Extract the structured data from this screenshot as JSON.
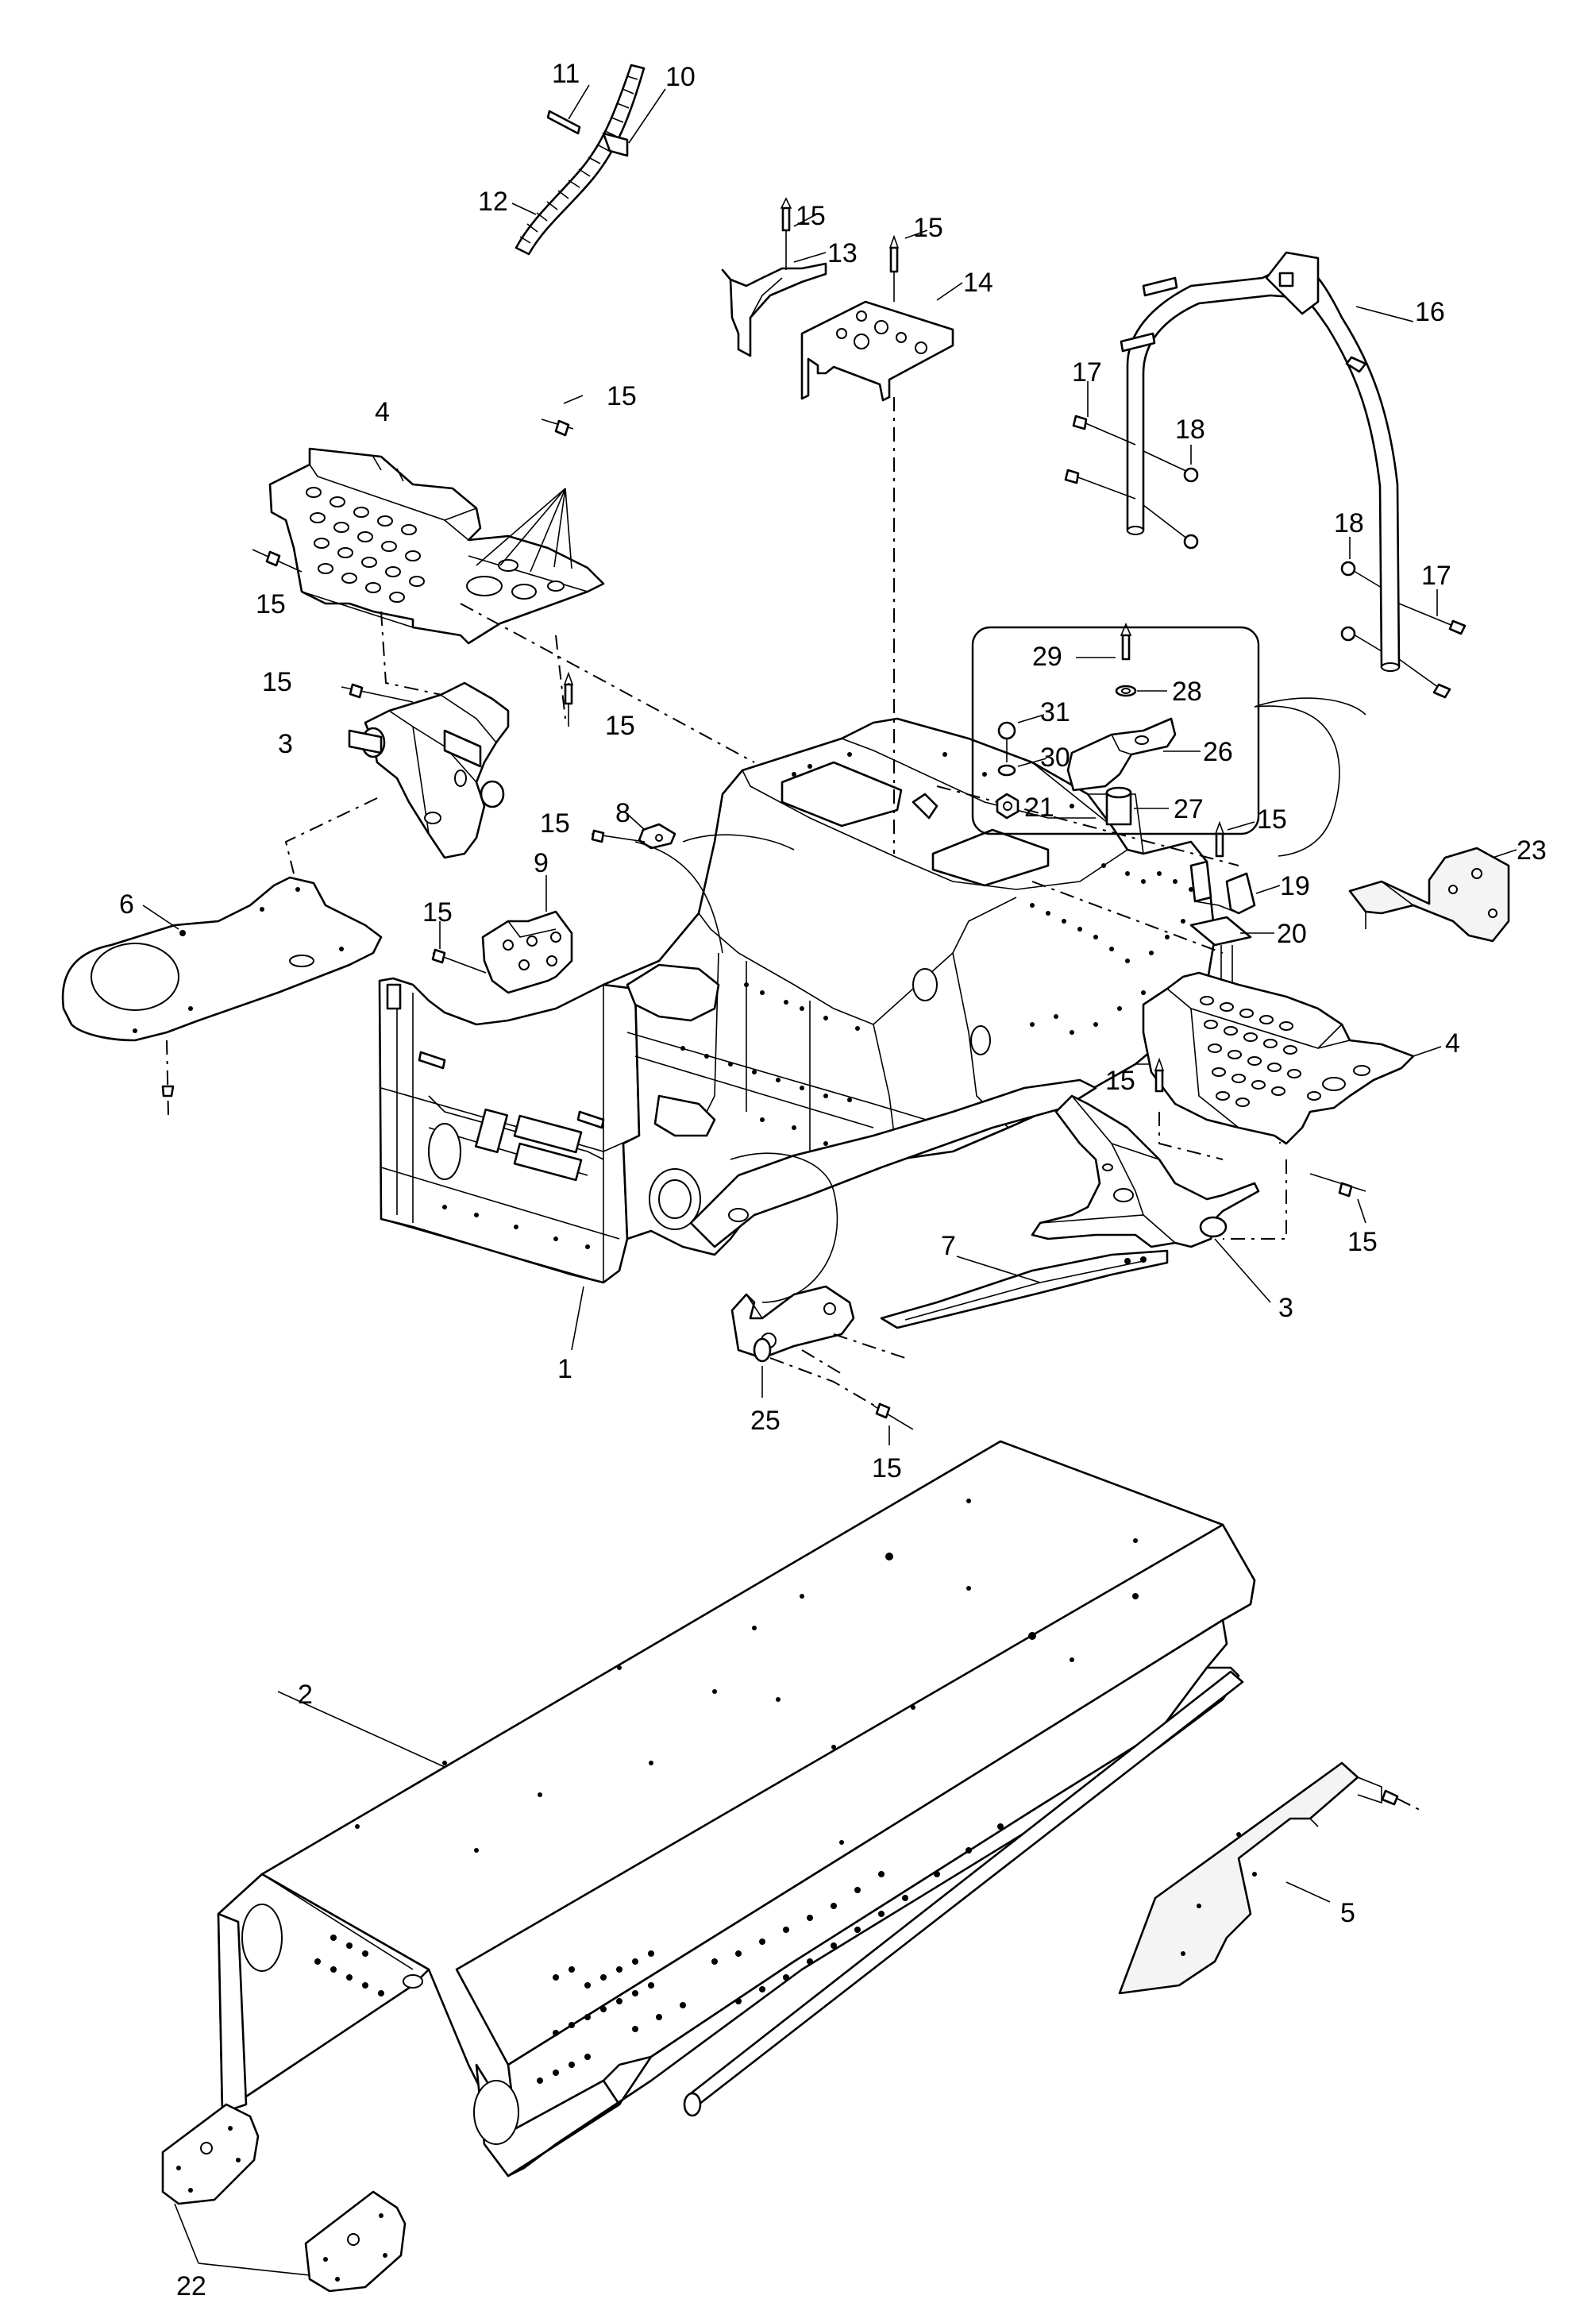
{
  "diagram": {
    "labels": [
      {
        "id": "1",
        "text": "1"
      },
      {
        "id": "2",
        "text": "2"
      },
      {
        "id": "3a",
        "text": "3"
      },
      {
        "id": "3b",
        "text": "3"
      },
      {
        "id": "4a",
        "text": "4"
      },
      {
        "id": "4b",
        "text": "4"
      },
      {
        "id": "5",
        "text": "5"
      },
      {
        "id": "6",
        "text": "6"
      },
      {
        "id": "7",
        "text": "7"
      },
      {
        "id": "8",
        "text": "8"
      },
      {
        "id": "9",
        "text": "9"
      },
      {
        "id": "10",
        "text": "10"
      },
      {
        "id": "11",
        "text": "11"
      },
      {
        "id": "12",
        "text": "12"
      },
      {
        "id": "13",
        "text": "13"
      },
      {
        "id": "14",
        "text": "14"
      },
      {
        "id": "15a",
        "text": "15"
      },
      {
        "id": "15b",
        "text": "15"
      },
      {
        "id": "15c",
        "text": "15"
      },
      {
        "id": "15d",
        "text": "15"
      },
      {
        "id": "15e",
        "text": "15"
      },
      {
        "id": "15f",
        "text": "15"
      },
      {
        "id": "15g",
        "text": "15"
      },
      {
        "id": "15h",
        "text": "15"
      },
      {
        "id": "15i",
        "text": "15"
      },
      {
        "id": "15j",
        "text": "15"
      },
      {
        "id": "15k",
        "text": "15"
      },
      {
        "id": "15l",
        "text": "15"
      },
      {
        "id": "16",
        "text": "16"
      },
      {
        "id": "17a",
        "text": "17"
      },
      {
        "id": "17b",
        "text": "17"
      },
      {
        "id": "18a",
        "text": "18"
      },
      {
        "id": "18b",
        "text": "18"
      },
      {
        "id": "19",
        "text": "19"
      },
      {
        "id": "20",
        "text": "20"
      },
      {
        "id": "21",
        "text": "21"
      },
      {
        "id": "22",
        "text": "22"
      },
      {
        "id": "23",
        "text": "23"
      },
      {
        "id": "25",
        "text": "25"
      },
      {
        "id": "26",
        "text": "26"
      },
      {
        "id": "27",
        "text": "27"
      },
      {
        "id": "28",
        "text": "28"
      },
      {
        "id": "29",
        "text": "29"
      },
      {
        "id": "30",
        "text": "30"
      },
      {
        "id": "31",
        "text": "31"
      }
    ]
  }
}
